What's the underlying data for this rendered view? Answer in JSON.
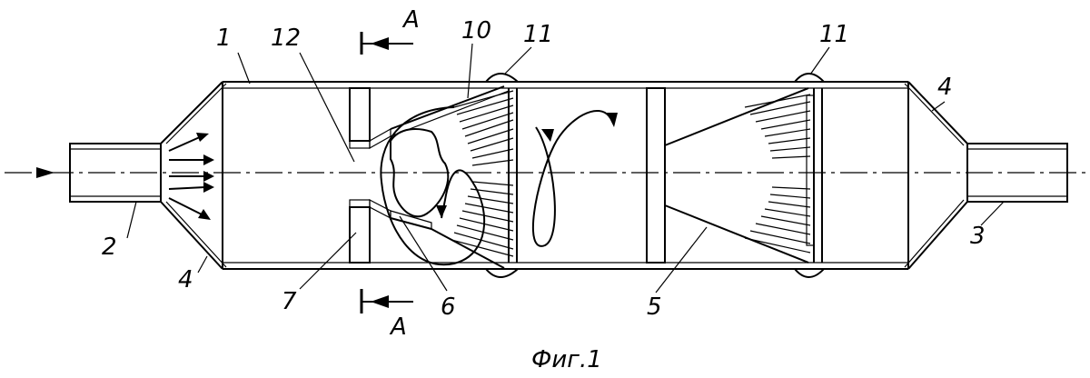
{
  "figure": {
    "caption": "Фиг.1",
    "section_label_top": "A",
    "section_label_bottom": "A",
    "labels": {
      "l1": "1",
      "l2": "2",
      "l3": "3",
      "l4_left": "4",
      "l4_right": "4",
      "l5": "5",
      "l6": "6",
      "l7": "7",
      "l10": "10",
      "l11_left": "11",
      "l11_right": "11",
      "l12": "12"
    }
  }
}
